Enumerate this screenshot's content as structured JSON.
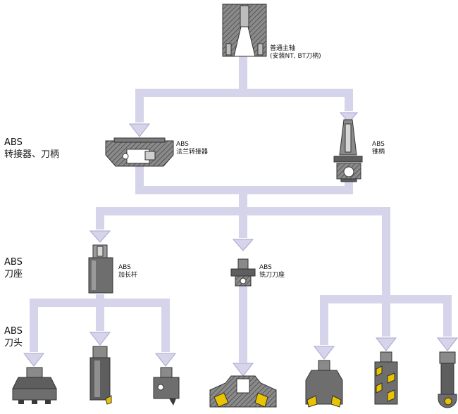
{
  "colors": {
    "path": "#d6d4ea",
    "pathEdge": "#a9a6cf",
    "steel": "#7a7a7a",
    "steelDark": "#3a3a3a",
    "hatch": "#585858",
    "insert": "#e8c400"
  },
  "levels": {
    "adapter": [
      "ABS",
      "转接器、刀柄"
    ],
    "holder": [
      "ABS",
      "刀座"
    ],
    "head": [
      "ABS",
      "刀头"
    ]
  },
  "components": {
    "spindle": [
      "普通主轴",
      "(安装NT, BT刀柄)"
    ],
    "flange_adapter": [
      "ABS",
      "法兰转接器"
    ],
    "taper_shank": [
      "ABS",
      "锥柄"
    ],
    "extension_holder": [
      "ABS",
      "加长杆"
    ],
    "milling_holder": [
      "ABS",
      "铣刀刀座"
    ]
  },
  "tool_icons": [
    "face-mill-icon",
    "end-mill-icon",
    "boring-head-icon",
    "large-face-mill-icon",
    "indexable-face-mill-icon",
    "helical-mill-icon",
    "ball-nose-mill-icon"
  ]
}
